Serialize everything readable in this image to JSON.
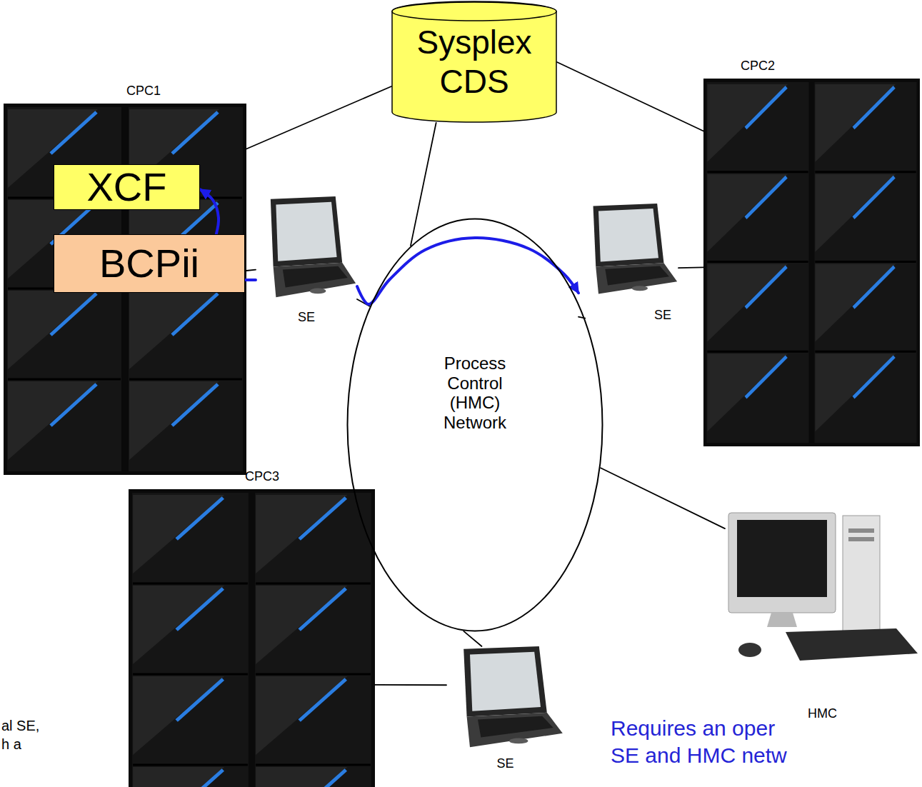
{
  "diagram": {
    "nodes": [
      {
        "text": [
          "CPC1"
        ]
      },
      {
        "text": [
          "XCF"
        ],
        "in": 0
      },
      {
        "text": [
          "BCPii"
        ],
        "in": 0
      },
      {
        "text": [
          "Sysplex CDS"
        ]
      },
      {
        "text": [
          "CPC2"
        ]
      },
      {
        "text": [
          "SE"
        ]
      },
      {
        "text": [
          "SE"
        ]
      },
      {
        "text": [
          "Process Control (HMC) Network"
        ]
      },
      {
        "text": [
          "CPC3"
        ]
      },
      {
        "text": [
          "HMC"
        ]
      },
      {
        "text": [
          "SE"
        ]
      }
    ],
    "edges": [
      {
        "from": 3,
        "to": 0,
        "arrow": "none"
      },
      {
        "from": 3,
        "to": 4,
        "arrow": "none"
      },
      {
        "from": 3,
        "to": 7,
        "arrow": "none"
      },
      {
        "from": 5,
        "to": 0,
        "arrow": "none"
      },
      {
        "from": 5,
        "to": 7,
        "arrow": "none"
      },
      {
        "from": 2,
        "to": 1,
        "arrow": "to"
      },
      {
        "from": 2,
        "to": 5,
        "arrow": "none"
      },
      {
        "from": 5,
        "to": 6,
        "arrow": "to"
      },
      {
        "from": 6,
        "to": 4,
        "arrow": "none"
      },
      {
        "from": 6,
        "to": 7,
        "arrow": "none"
      },
      {
        "from": 10,
        "to": 8,
        "arrow": "none"
      },
      {
        "from": 10,
        "to": 7,
        "arrow": "none"
      },
      {
        "from": 9,
        "to": 7,
        "arrow": "none"
      }
    ],
    "labels": [
      "al SE,",
      "h a",
      "Requires an oper",
      "SE and HMC netw"
    ]
  }
}
